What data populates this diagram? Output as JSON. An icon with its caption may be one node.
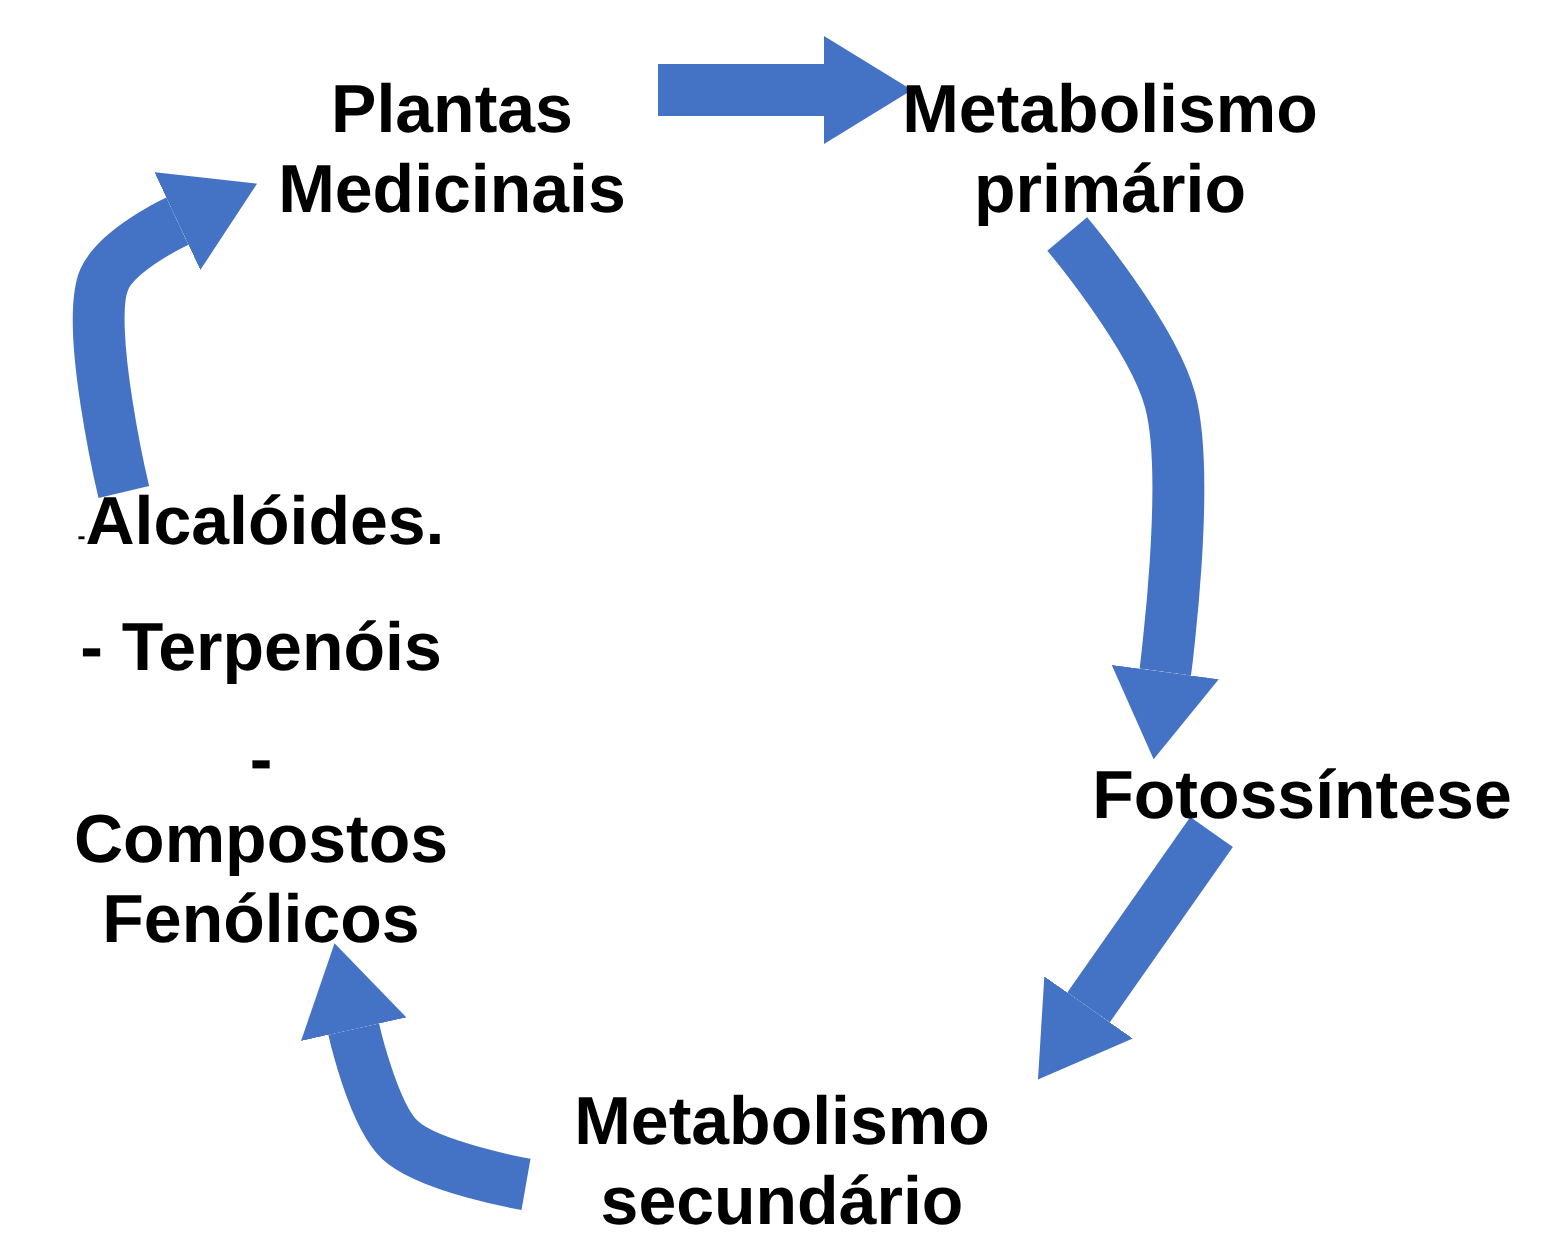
{
  "diagram": {
    "nodes": [
      {
        "text": [
          "Plantas Medicinais"
        ]
      },
      {
        "text": [
          "Metabolismo primário"
        ]
      },
      {
        "text": [
          "Fotossíntese"
        ]
      },
      {
        "text": [
          "Metabolismo secundário"
        ]
      },
      {
        "text": [
          "-Alcalóides.",
          "- Terpenóis",
          "- Compostos Fenólicos"
        ]
      }
    ],
    "edges": [
      {
        "from": 0,
        "to": 1,
        "arrow": "to"
      },
      {
        "from": 1,
        "to": 2,
        "arrow": "to"
      },
      {
        "from": 2,
        "to": 3,
        "arrow": "to"
      },
      {
        "from": 3,
        "to": 4,
        "arrow": "to"
      },
      {
        "from": 4,
        "to": 0,
        "arrow": "to"
      }
    ]
  }
}
